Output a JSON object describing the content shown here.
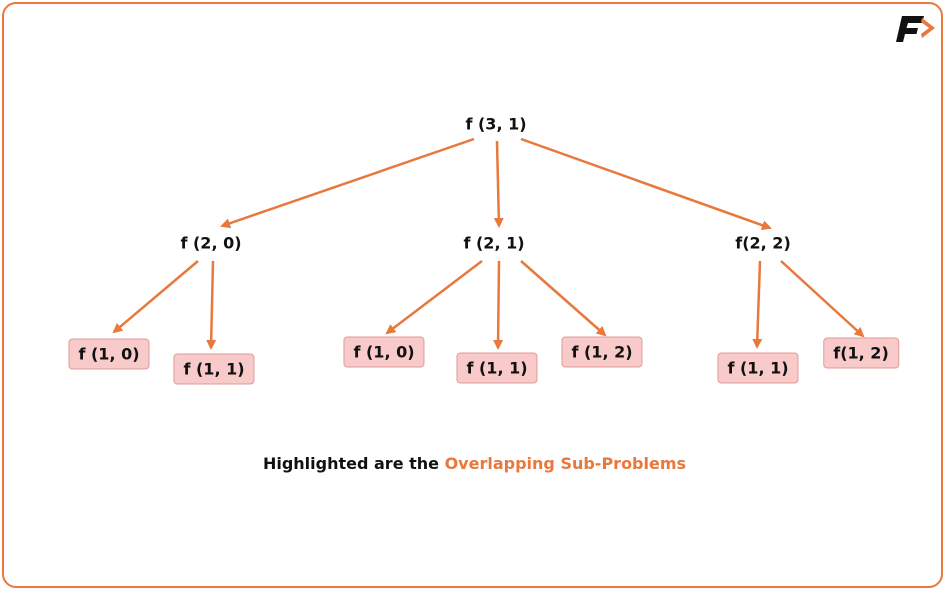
{
  "tree": {
    "root": "f (3, 1)",
    "level1": [
      "f (2, 0)",
      "f (2, 1)",
      "f(2, 2)"
    ],
    "leaves": [
      "f (1, 0)",
      "f (1, 1)",
      "f (1, 0)",
      "f (1, 1)",
      "f (1, 2)",
      "f (1, 1)",
      "f(1, 2)"
    ]
  },
  "caption": {
    "prefix": "Highlighted are the ",
    "highlight": "Overlapping Sub-Problems"
  },
  "colors": {
    "accent": "#e8783c",
    "leaf_fill": "#f8caca",
    "leaf_border": "#e19a9a"
  },
  "logo": {
    "icon": "brand-logo-icon"
  }
}
